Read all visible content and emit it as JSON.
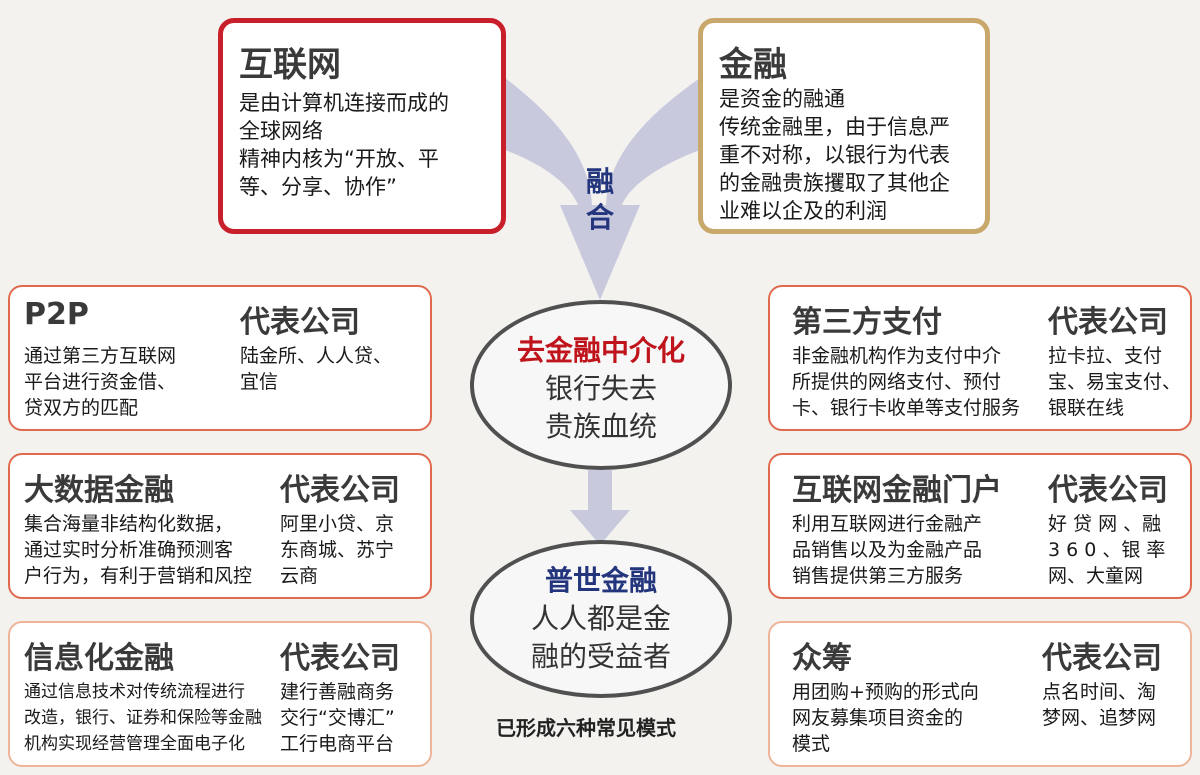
{
  "internet": {
    "title": "互联网",
    "lines": [
      "是由计算机连接而成的",
      "全球网络",
      "精神内核为“开放、平",
      "等、分享、协作”"
    ]
  },
  "finance": {
    "title": "金融",
    "lines": [
      "是资金的融通",
      "传统金融里，由于信息严",
      "重不对称，以银行为代表",
      "的金融贵族攫取了其他企",
      "业难以企及的利润"
    ]
  },
  "merge_label": [
    "融",
    "合"
  ],
  "center": {
    "top": {
      "highlight": "去金融中介化",
      "lines": [
        "银行失去",
        "贵族血统"
      ]
    },
    "bottom": {
      "highlight": "普世金融",
      "lines": [
        "人人都是金",
        "融的受益者"
      ]
    }
  },
  "caption": "已形成六种常见模式",
  "rep_label": "代表公司",
  "modes": [
    {
      "title": "P2P",
      "desc": [
        "通过第三方互联网",
        "平台进行资金借、",
        "贷双方的匹配"
      ],
      "companies": [
        "陆金所、人人贷、",
        "宜信"
      ]
    },
    {
      "title": "大数据金融",
      "desc": [
        "集合海量非结构化数据，",
        "通过实时分析准确预测客",
        "户行为，有利于营销和风控"
      ],
      "companies": [
        "阿里小贷、京",
        "东商城、苏宁",
        "云商"
      ]
    },
    {
      "title": "信息化金融",
      "desc": [
        "通过信息技术对传统流程进行",
        "改造，银行、证券和保险等金融",
        "机构实现经营管理全面电子化"
      ],
      "companies": [
        "建行善融商务",
        "交行“交博汇”",
        "工行电商平台"
      ]
    },
    {
      "title": "第三方支付",
      "desc": [
        "非金融机构作为支付中介",
        "所提供的网络支付、预付",
        "卡、银行卡收单等支付服务"
      ],
      "companies": [
        "拉卡拉、支付",
        "宝、易宝支付、",
        "银联在线"
      ]
    },
    {
      "title": "互联网金融门户",
      "desc": [
        "利用互联网进行金融产",
        "品销售以及为金融产品",
        "销售提供第三方服务"
      ],
      "companies": [
        "好 贷 网 、融",
        "3 6 0 、银 率",
        "网、大童网"
      ]
    },
    {
      "title": "众筹",
      "desc": [
        "用团购+预购的形式向",
        "网友募集项目资金的",
        "模式"
      ],
      "companies": [
        "点名时间、淘",
        "梦网、追梦网"
      ]
    }
  ],
  "colors": {
    "internet_border": "#c8202a",
    "finance_border": "#c9a96b",
    "mode_border_strong": "#e06a4e",
    "mode_border_light": "#f0b49a",
    "arrow": "#c8c8dd",
    "highlight_red": "#c0141c",
    "highlight_blue": "#23357c"
  }
}
